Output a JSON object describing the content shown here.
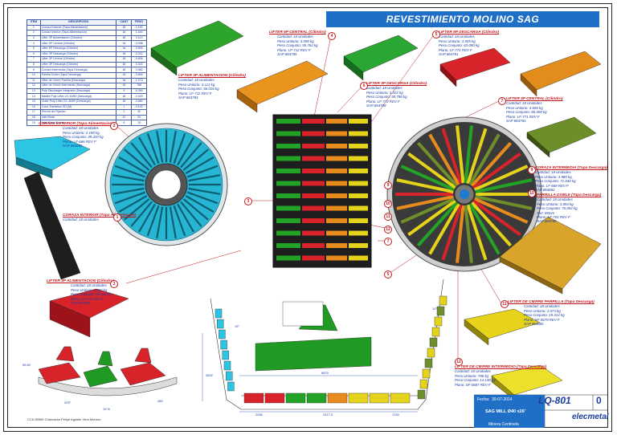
{
  "title": "REVESTIMIENTO MOLINO SAG",
  "table": {
    "headers": [
      "ITEM",
      "DESCRIPCION",
      "CANT",
      "PESO"
    ],
    "rows": [
      [
        "1",
        "Coraza Exterior (Tapa Alimentacion)",
        "18",
        "2.190"
      ],
      [
        "2",
        "Coraza Interior (Tapa Alimentacion)",
        "18",
        "1.440"
      ],
      [
        "3",
        "Lifter 3P Alimentacion (Cilindro)",
        "18",
        "3.112"
      ],
      [
        "4",
        "Lifter 6P Central (Cilindro)",
        "18",
        "3.098"
      ],
      [
        "5",
        "Lifter 6P Descarga (Cilindro)",
        "18",
        "3.505"
      ],
      [
        "6",
        "Lifter 3P Descarga (Cilindro)",
        "18",
        "3.322"
      ],
      [
        "7",
        "Lifter 3P Central (Cilindro)",
        "18",
        "4.806"
      ],
      [
        "8",
        "Lifter 3P Descarga (Cilindro)",
        "18",
        "3.322"
      ],
      [
        "9",
        "Coraza Intermedia (Tapa Descarga)",
        "18",
        "3.980"
      ],
      [
        "10",
        "Parrilla Doble (Tapa Descarga)",
        "18",
        "3.894"
      ],
      [
        "11",
        "Lifter de Cierre Parrilla (Descarga)",
        "18",
        "1.073"
      ],
      [
        "12",
        "Lifter de Cierre Intermedio (Descarga)",
        "18",
        "786"
      ],
      [
        "13",
        "Pulp Discharger Integrado (Descarga)",
        "9",
        "6.280"
      ],
      [
        "14",
        "Middle Pulp Lifter 2/1 40/60 (Descarga)",
        "18",
        "2.420"
      ],
      [
        "15",
        "Outer Pulp Lifter 2/1 40/60 (Descarga)",
        "18",
        "2.680"
      ],
      [
        "16",
        "Cono Transition SD (M)",
        "1",
        "9.100"
      ],
      [
        "17",
        "Pernos de Fijacion",
        "2",
        "30"
      ],
      [
        "18",
        "Inlet Block",
        "12",
        "20"
      ],
      [
        "19",
        "Inlet Wrap Chunk",
        "6",
        "15"
      ]
    ]
  },
  "callouts": [
    {
      "id": "1",
      "title": "CORAZA INTERIOR (Tapa Alimentacion)",
      "lines": [
        "Cantidad: 18 Unidades"
      ]
    },
    {
      "id": "2",
      "title": "CORAZA EXTERIOR (Tapa Alimentacion)",
      "lines": [
        "Cantidad: 18 Unidades",
        "Peso Unitario: 2.190 kg",
        "Peso Conjunto: 39.420 kg",
        "Plano: LF-666 REV F",
        "SAP 864665"
      ]
    },
    {
      "id": "3",
      "title": "LIFTER 3P ALIMENTACION (Cilindro)",
      "lines": [
        "Cantidad: 18 Unidades",
        "Peso Unitario: 3.112 kg",
        "Peso Conjunto: 56.016 kg",
        "Plano: LF-711 REV F",
        "SAP 864784"
      ]
    },
    {
      "id": "4",
      "title": "LIFTER 6P CENTRAL (Cilindro)",
      "lines": [
        "Cantidad: 18 Unidades",
        "Peso Unitario: 3.098 kg",
        "Peso Conjunto: 55.764 kg",
        "Plano: LF-712 REV F",
        "SAP 864785"
      ]
    },
    {
      "id": "5",
      "title": "LIFTER 6P DESCARGA (Cilindro)",
      "lines": [
        "Cantidad: 18 Unidades",
        "Peso Unitario: 3.505 kg",
        "Peso Conjunto: 63.090 kg",
        "Plano: LF-771 REV F",
        "SAP 864781"
      ]
    },
    {
      "id": "6",
      "title": "LIFTER 3P DESCARGA (Cilindro)",
      "lines": [
        "Cantidad: 18 Unidades",
        "Peso Unitario: 3.322 kg",
        "Peso Conjunto: 59.796 kg",
        "Plano: LF-772 REV F",
        "SAP 864788"
      ]
    },
    {
      "id": "7",
      "title": "LIFTER 3P CENTRAL (Cilindro)",
      "lines": [
        "Cantidad: 18 Unidades",
        "Peso Unitario: 4.806 kg",
        "Peso Conjunto: 86.508 kg",
        "Plano: LF-771 REV F",
        "SAP 864783"
      ]
    },
    {
      "id": "9",
      "title": "CORAZA INTERMEDIA (Tapa Descarga)",
      "lines": [
        "Cantidad: 18 Unidades",
        "Peso Unitario: 3.980 kg",
        "Peso Conjunto: 71.640 kg",
        "Plano: LF-669 REV F",
        "SAP 864682"
      ]
    },
    {
      "id": "10",
      "title": "PARRILLA DOBLE (Tapa Descarga)",
      "lines": [
        "Cantidad: 18 Unidades",
        "Peso Unitario: 3.894 kg",
        "Peso Conjunto: 70.092 kg",
        "Slot: 80mm",
        "Plano: LF-701 REV F",
        "SAP 864780"
      ]
    },
    {
      "id": "11",
      "title": "LIFTER DE CIERRE PARRILLA (Tapa Descarga)",
      "lines": [
        "Cantidad: 18 Unidades",
        "Peso Unitario: 1.073 kg",
        "Peso Conjunto: 19.314 kg",
        "Plano: SF-0679 REV F",
        "SAP 864685"
      ]
    },
    {
      "id": "12",
      "title": "LIFTER DE CIERRE INTERMEDIO (Tapa Descarga)",
      "lines": [
        "Cantidad: 18 Unidades",
        "Peso Unitario: 786 kg",
        "Peso Conjunto: 14.148 kg",
        "Plano: SF-0687 REV F",
        "SAP 864688"
      ]
    }
  ],
  "dimensions": {
    "overall": "6875",
    "left": "2066",
    "center": "2417,5",
    "right": "1760",
    "height": "2602",
    "angle_left": "15°",
    "angle_small": "10°",
    "seg_a": "209°",
    "seg_b": "19 %",
    "seg_c": "480",
    "side": "96,80"
  },
  "title_block": {
    "doc_code": "LQ-801",
    "revision": "0",
    "date_label": "Fecha:",
    "date": "30-07-2014",
    "project": "SAG MILL  Ø40 x26'",
    "site": "Minera Centinela",
    "brand": "elecmetal"
  },
  "footnote": "CCA 95969 Chancador Felipe Agustin Vera Moreno",
  "colors": {
    "banner": "#1f6fc7",
    "feed_end": "#2cc6e4",
    "green": "#23a326",
    "orange": "#e88b1e",
    "red": "#d8232a",
    "yellow": "#e4d21b",
    "olive": "#6e8f2a",
    "dark": "#2b2b2b"
  }
}
